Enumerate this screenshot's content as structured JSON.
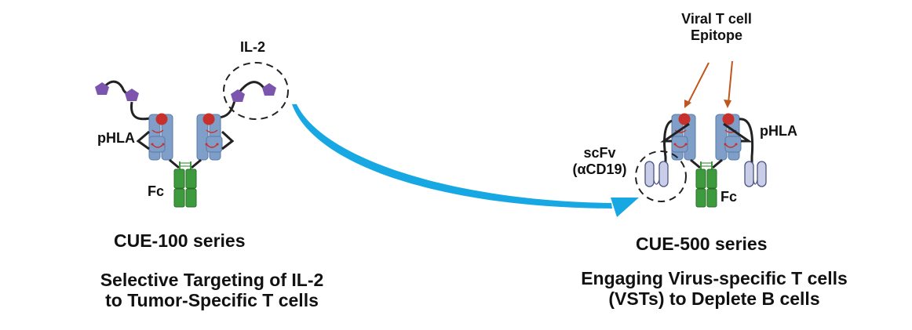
{
  "left": {
    "labels": {
      "il2": "IL-2",
      "phla": "pHLA",
      "fc": "Fc"
    },
    "series_title": "CUE-100 series",
    "description_line1": "Selective Targeting of IL-2",
    "description_line2": "to Tumor-Specific T cells"
  },
  "right": {
    "labels": {
      "epitope_line1": "Viral T cell",
      "epitope_line2": "Epitope",
      "phla": "pHLA",
      "scfv_line1": "scFv",
      "scfv_line2": "(αCD19)",
      "fc": "Fc"
    },
    "series_title": "CUE-500 series",
    "description_line1": "Engaging Virus-specific T cells",
    "description_line2": "(VSTs) to Deplete B cells"
  },
  "colors": {
    "hla_blue": "#7f9fc9",
    "hla_stroke": "#5a7aa8",
    "peptide_red": "#c8312b",
    "fc_green": "#3d9a3d",
    "fc_stroke": "#2a6e2a",
    "il2_purple": "#7b55ae",
    "scfv_lavender": "#c9cde8",
    "scfv_stroke": "#4a5480",
    "arrow_blue": "#17a8e3",
    "epitope_arrow": "#c0561e",
    "linker": "#222222"
  }
}
